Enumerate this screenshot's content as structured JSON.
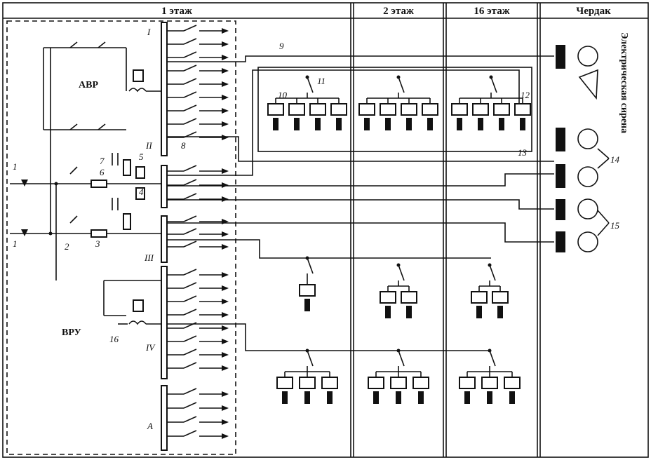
{
  "columns": {
    "floor1": "1 этаж",
    "floor2": "2 этаж",
    "floor16": "16 этаж",
    "attic": "Чердак"
  },
  "labels": {
    "avr": "АВР",
    "vru": "ВРУ",
    "siren": "Электрическая сирена"
  },
  "bus_labels": [
    "I",
    "II",
    "III",
    "IV",
    "А"
  ],
  "input_labels": [
    "1",
    "1"
  ],
  "callouts": [
    "2",
    "3",
    "4",
    "5",
    "6",
    "7",
    "8",
    "9",
    "10",
    "11",
    "12",
    "13",
    "14",
    "15",
    "16"
  ]
}
